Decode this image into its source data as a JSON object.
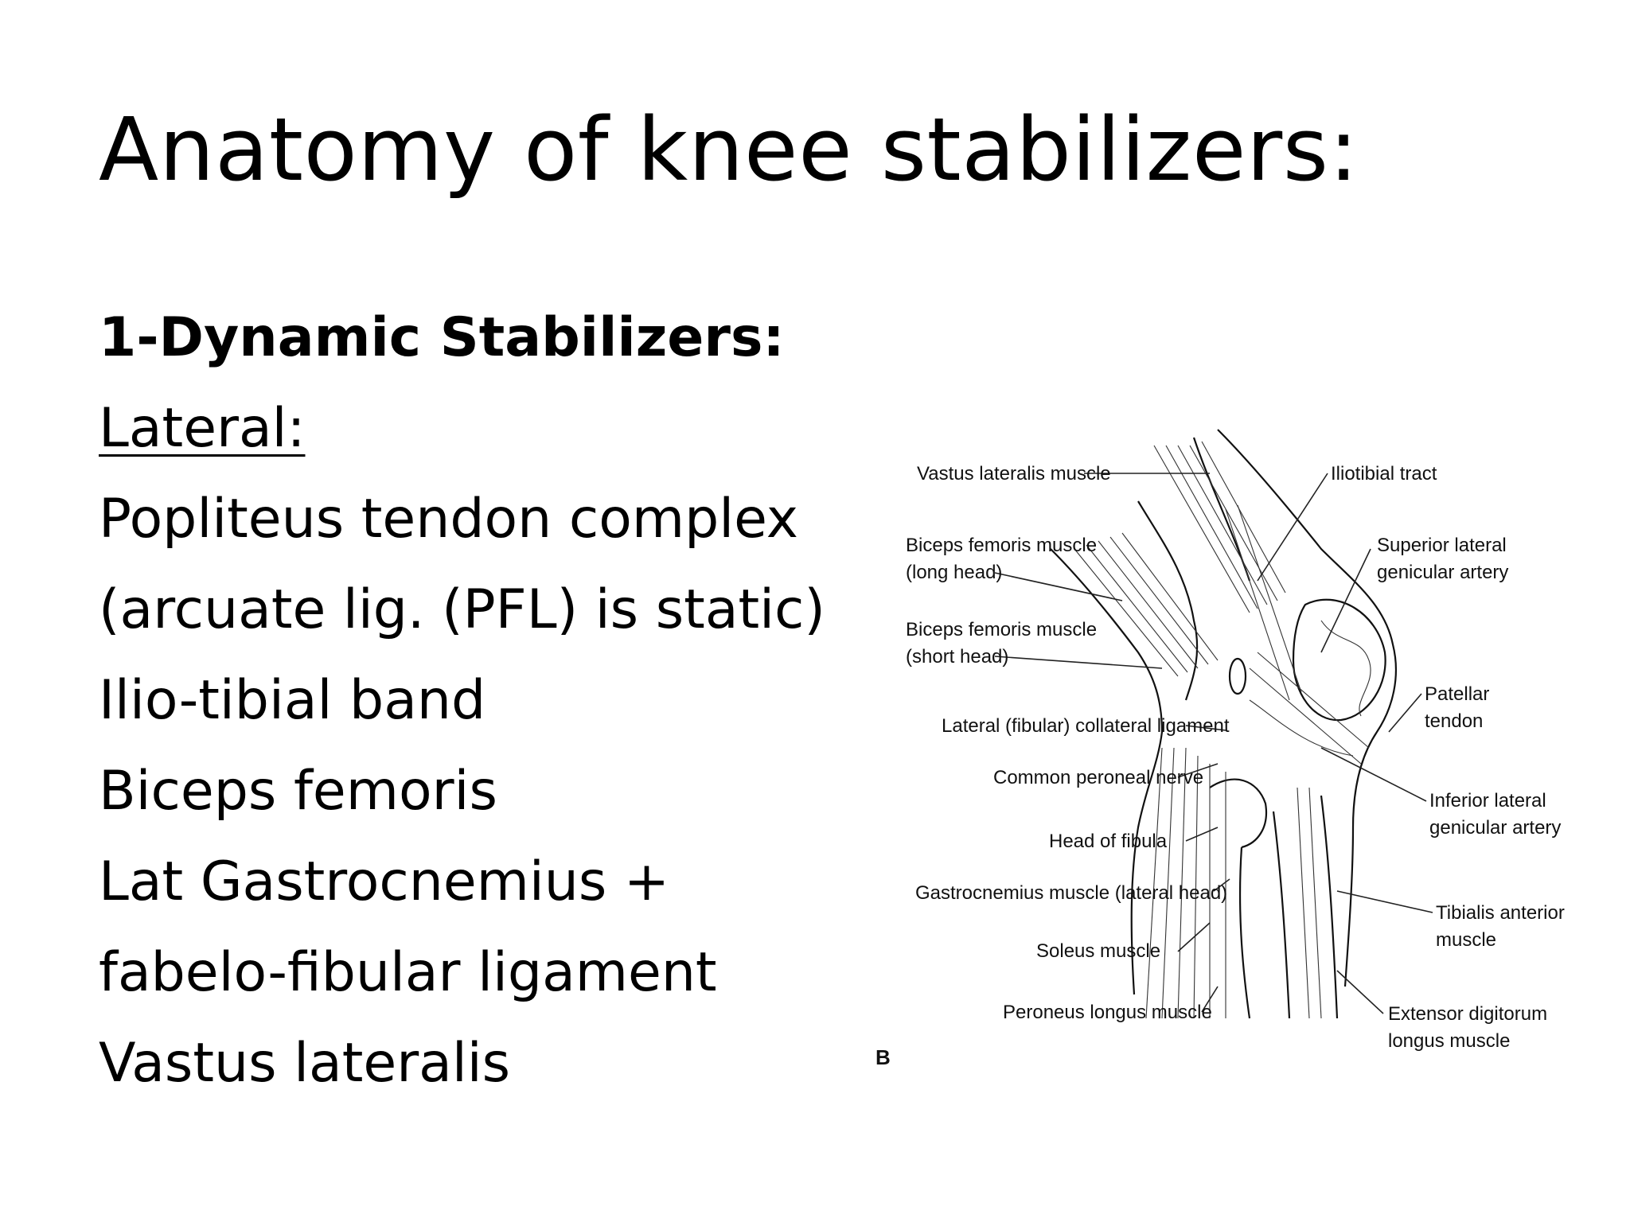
{
  "title": "Anatomy of knee stabilizers:",
  "body": {
    "heading": "1-Dynamic Stabilizers:",
    "subheading": "Lateral:",
    "items": [
      "Popliteus tendon complex",
      "(arcuate lig. (PFL) is static)",
      "Ilio-tibial band",
      "Biceps femoris",
      "Lat Gastrocnemius +",
      "fabelo-fibular ligament",
      "Vastus lateralis"
    ]
  },
  "figure": {
    "panel_letter": "B",
    "labels_left": [
      "Vastus lateralis muscle",
      "Biceps femoris muscle",
      "(long head)",
      "Biceps femoris muscle",
      "(short head)",
      "Lateral (fibular) collateral ligament",
      "Common peroneal nerve",
      "Head of fibula",
      "Gastrocnemius muscle (lateral head)",
      "Soleus muscle",
      "Peroneus longus muscle"
    ],
    "labels_right": [
      "Iliotibial tract",
      "Superior lateral",
      "genicular artery",
      "Patellar",
      "tendon",
      "Inferior lateral",
      "genicular artery",
      "Tibialis anterior",
      "muscle",
      "Extensor digitorum",
      "longus muscle"
    ]
  }
}
